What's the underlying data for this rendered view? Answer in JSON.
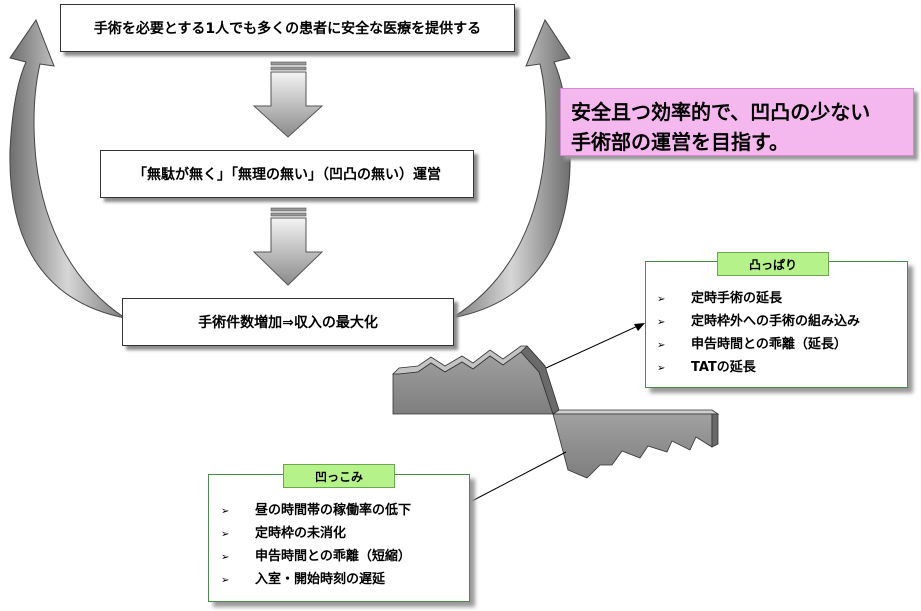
{
  "flow": {
    "step1": "手術を必要とする1人でも多くの患者に安全な医療を提供する",
    "step2": "「無駄が無く」「無理の無い」（凹凸の無い）運営",
    "step3": "手術件数増加⇒収入の最大化"
  },
  "goal": {
    "line1": "安全且つ効率的で、凹凸の少ない",
    "line2": "手術部の運営を目指す。"
  },
  "peak_panel": {
    "title": "凸っぱり",
    "marker": "➢",
    "items": [
      "定時手術の延長",
      "定時枠外への手術の組み込み",
      "申告時間との乖離（延長）",
      "TATの延長"
    ]
  },
  "trough_panel": {
    "title": "凹っこみ",
    "marker": "➢",
    "items": [
      "昼の時間帯の稼働率の低下",
      "定時枠の未消化",
      "申告時間との乖離（短縮）",
      "入室・開始時刻の遅延"
    ]
  },
  "colors": {
    "goal_bg": "#f5b8ee",
    "tag_bg": "#b6f28a",
    "panel_border": "#4a8a4a",
    "arrow_fill": "#b0b0b0"
  }
}
